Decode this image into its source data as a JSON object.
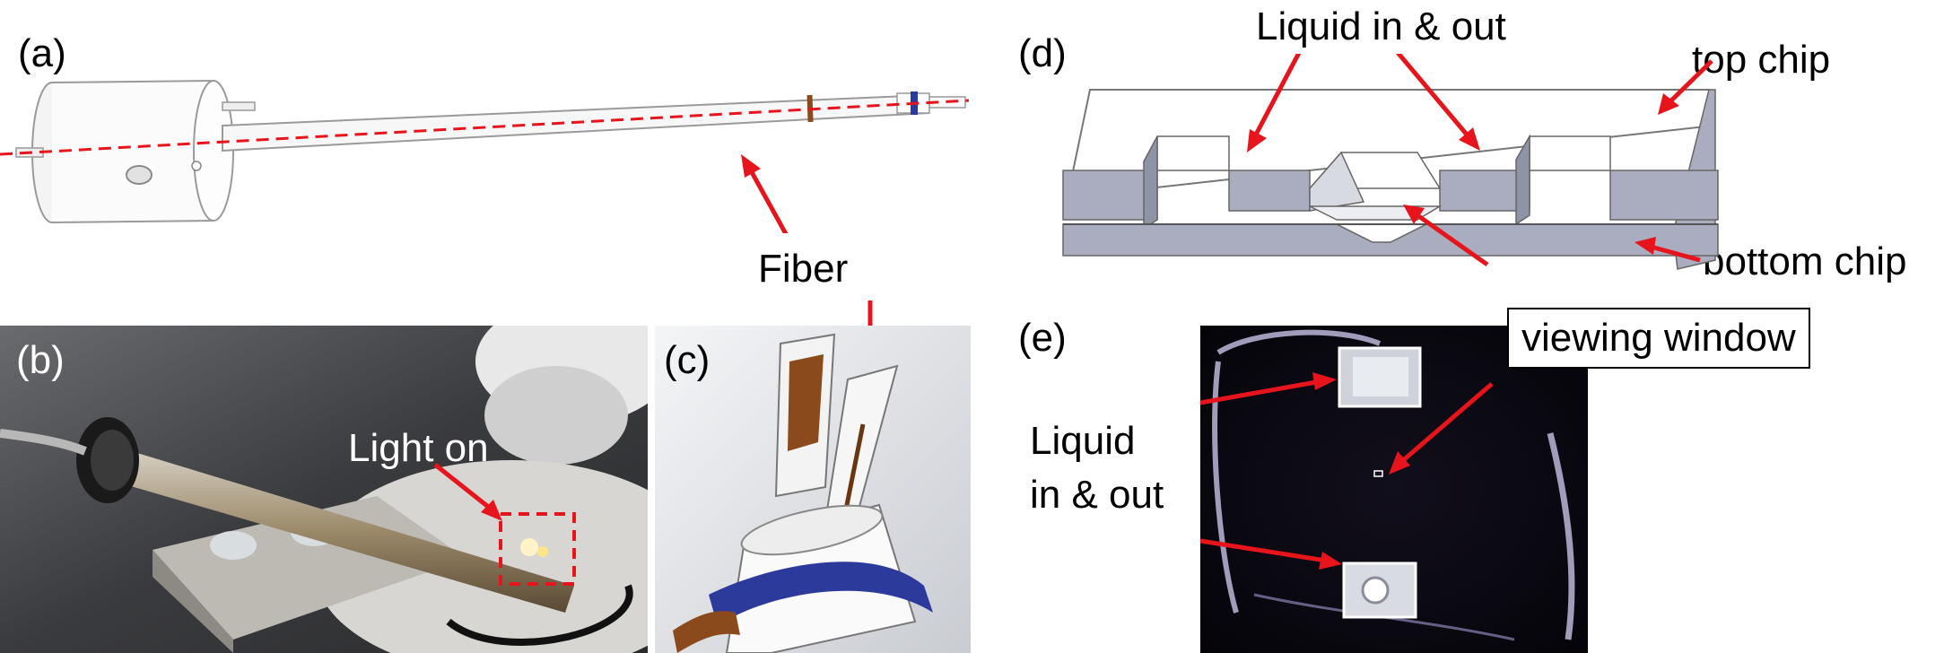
{
  "panels": {
    "a": {
      "label": "(a)"
    },
    "b": {
      "label": "(b)",
      "light_label": "Light on"
    },
    "c": {
      "label": "(c)"
    },
    "d": {
      "label": "(d)",
      "liquid_label": "Liquid in & out",
      "top_chip": "top chip",
      "bottom_chip": "bottom chip"
    },
    "e": {
      "label": "(e)",
      "liquid_label_line1": "Liquid",
      "liquid_label_line2": "in & out",
      "viewing_window": "viewing window"
    }
  },
  "fiber_label": "Fiber",
  "colors": {
    "arrow": "#e8141b",
    "dashed_axis": "#e8141b",
    "chip_face": "#a9adbf",
    "chip_top": "#ffffff",
    "holder_blue": "#2c3a9c",
    "holder_brown": "#8a4a1c"
  }
}
